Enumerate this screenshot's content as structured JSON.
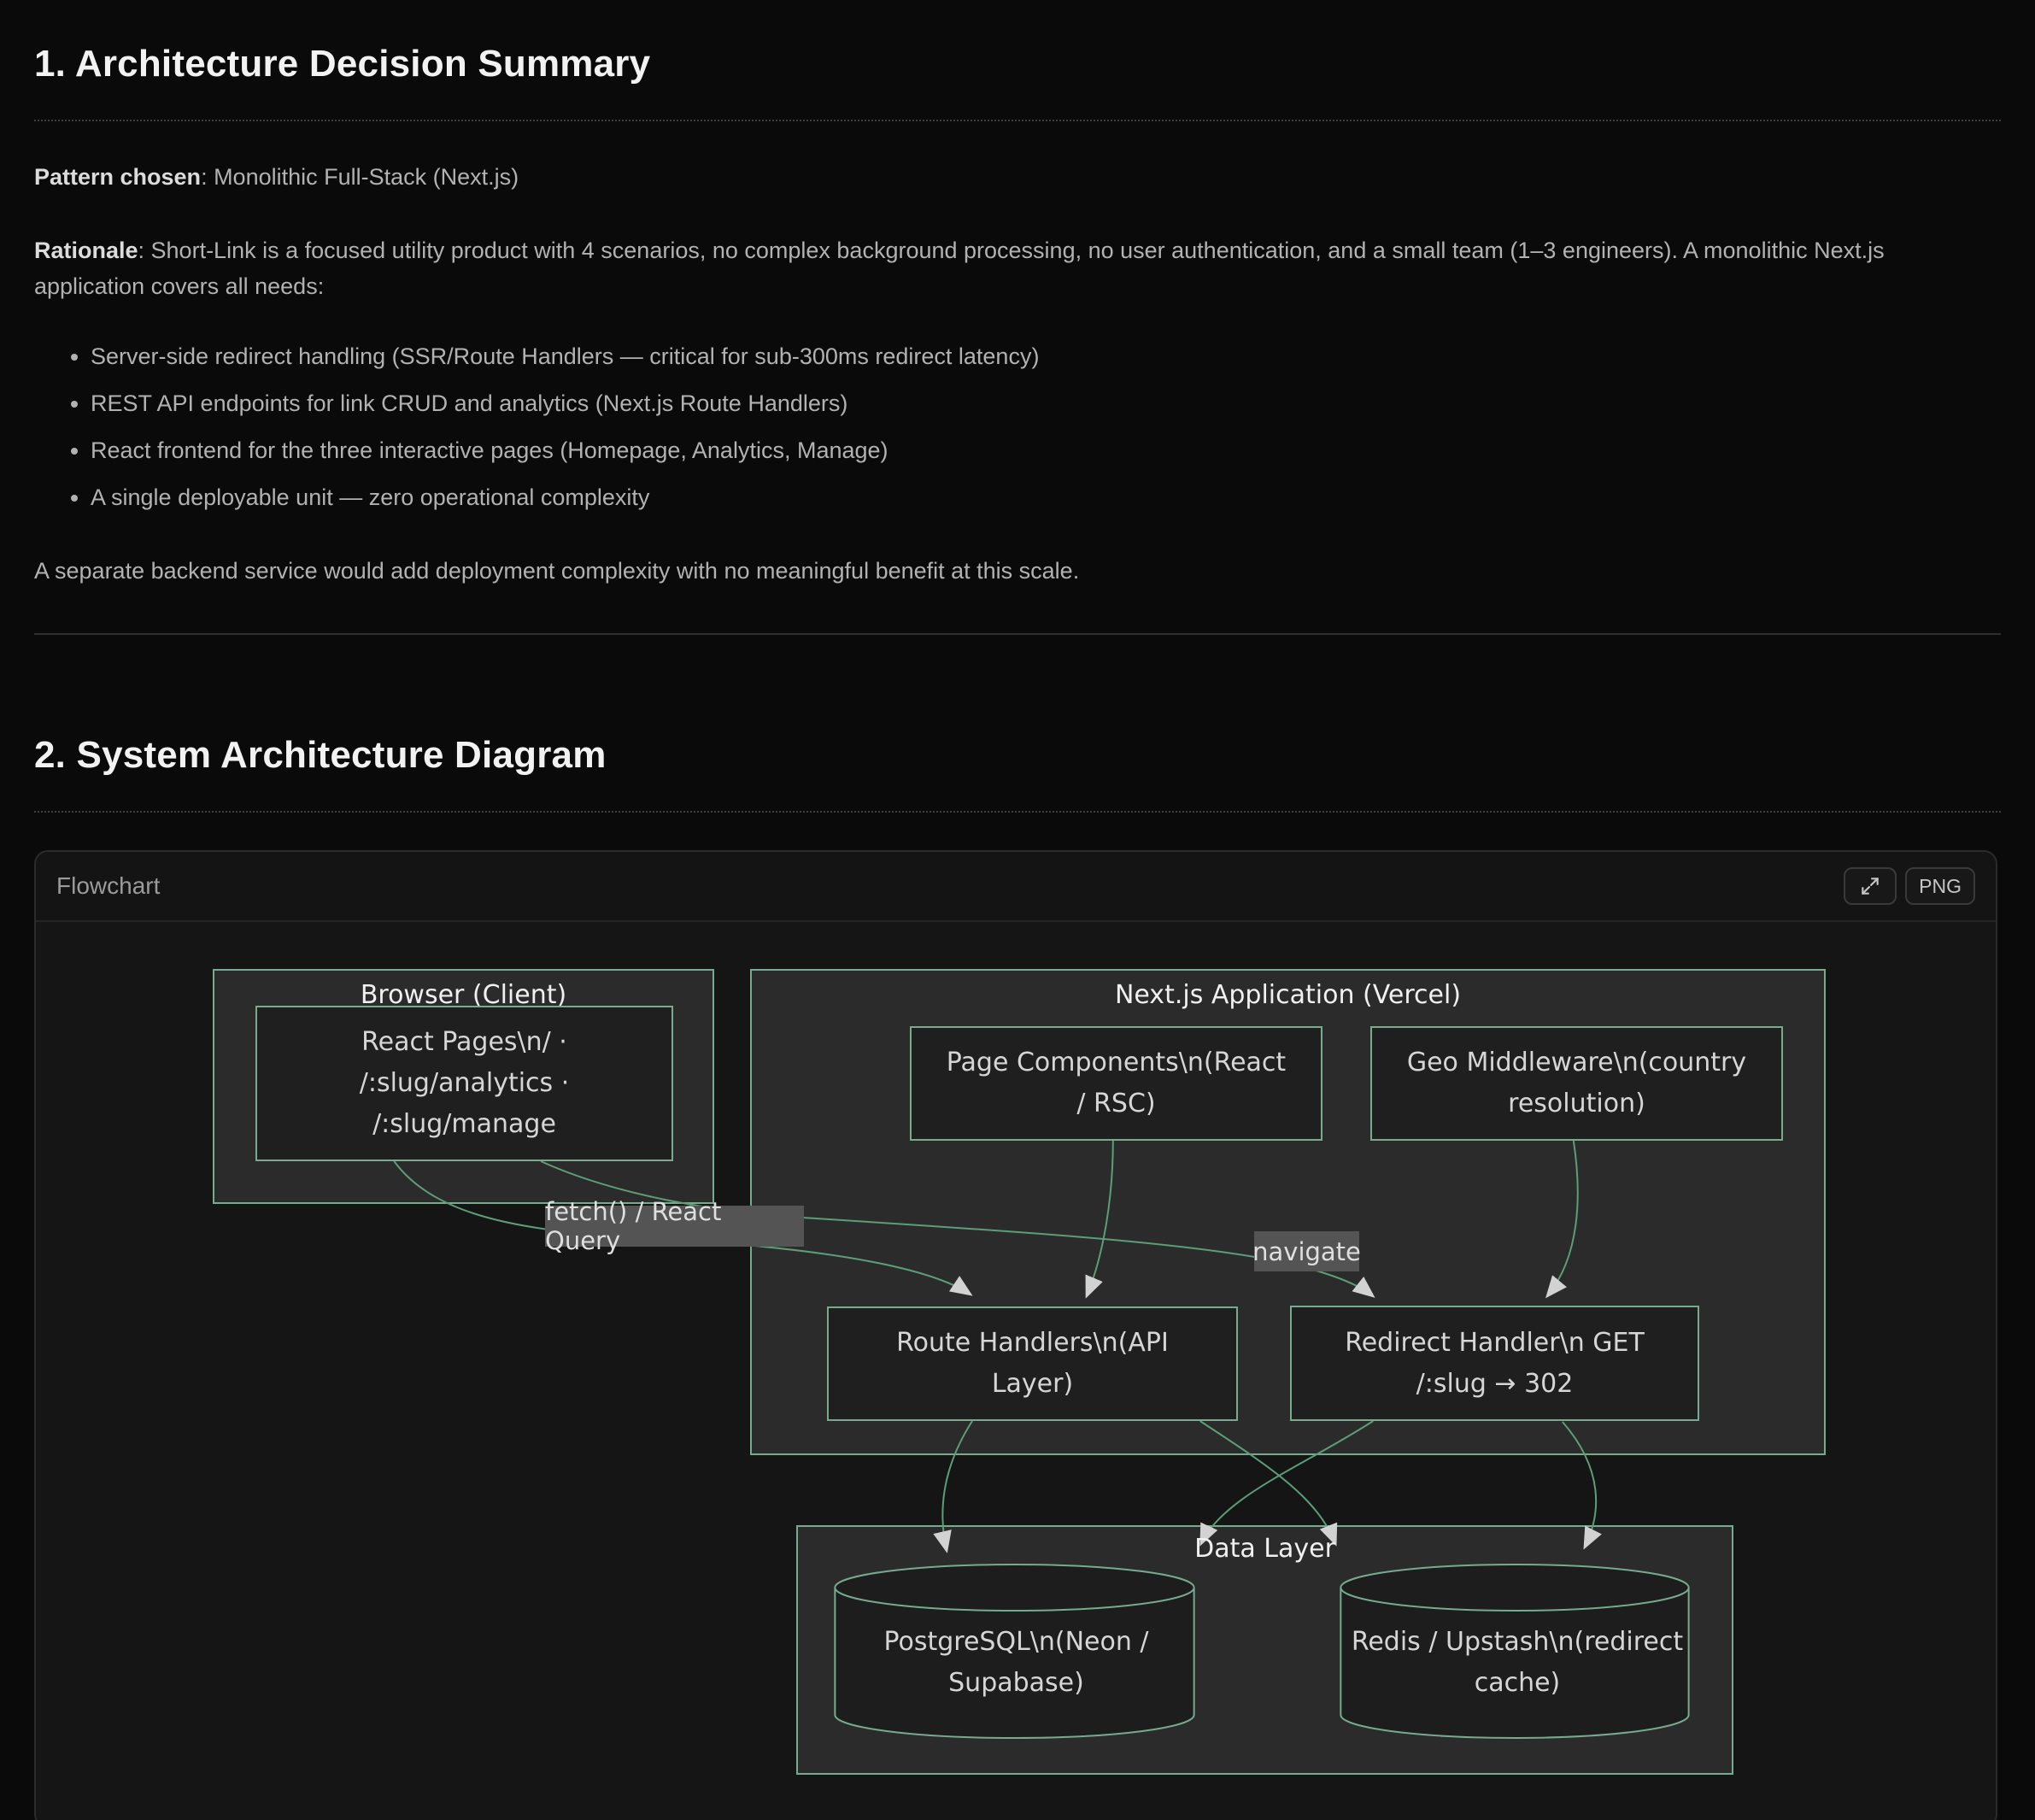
{
  "document": {
    "heading1": "1. Architecture Decision Summary",
    "pattern_label": "Pattern chosen",
    "pattern_value": ": Monolithic Full-Stack (Next.js)",
    "rationale_label": "Rationale",
    "rationale_value": ": Short-Link is a focused utility product with 4 scenarios, no complex background processing, no user authentication, and a small team (1–3 engineers). A monolithic Next.js application covers all needs:",
    "bullets": [
      "Server-side redirect handling (SSR/Route Handlers — critical for sub-300ms redirect latency)",
      "REST API endpoints for link CRUD and analytics (Next.js Route Handlers)",
      "React frontend for the three interactive pages (Homepage, Analytics, Manage)",
      "A single deployable unit — zero operational complexity"
    ],
    "closing": "A separate backend service would add deployment complexity with no meaningful benefit at this scale.",
    "heading2": "2. System Architecture Diagram"
  },
  "panel": {
    "title": "Flowchart",
    "png_label": "PNG"
  },
  "diagram": {
    "subgraphs": {
      "browser": {
        "label": "Browser (Client)"
      },
      "nextjs": {
        "label": "Next.js Application (Vercel)"
      },
      "data": {
        "label": "Data Layer"
      }
    },
    "nodes": {
      "react_pages": {
        "lines": [
          "React Pages\\n/ ·",
          "/:slug/analytics ·",
          "/:slug/manage"
        ]
      },
      "page_components": {
        "lines": [
          "Page Components\\n(React",
          "/ RSC)"
        ]
      },
      "geo_middleware": {
        "lines": [
          "Geo Middleware\\n(country",
          "resolution)"
        ]
      },
      "route_handlers": {
        "lines": [
          "Route Handlers\\n(API",
          "Layer)"
        ]
      },
      "redirect_handler": {
        "lines": [
          "Redirect Handler\\n GET",
          "/:slug → 302"
        ]
      },
      "postgresql": {
        "lines": [
          "PostgreSQL\\n(Neon /",
          "Supabase)"
        ]
      },
      "redis": {
        "lines": [
          "Redis / Upstash\\n(redirect",
          "cache)"
        ]
      }
    },
    "edge_labels": {
      "fetch": "fetch() / React Query",
      "navigate": "navigate"
    },
    "edges": [
      {
        "from": "react_pages",
        "to": "route_handlers",
        "label": "fetch() / React Query"
      },
      {
        "from": "react_pages",
        "to": "redirect_handler",
        "label": "navigate"
      },
      {
        "from": "page_components",
        "to": "route_handlers",
        "label": ""
      },
      {
        "from": "geo_middleware",
        "to": "redirect_handler",
        "label": ""
      },
      {
        "from": "route_handlers",
        "to": "postgresql",
        "label": ""
      },
      {
        "from": "route_handlers",
        "to": "redis",
        "label": ""
      },
      {
        "from": "redirect_handler",
        "to": "postgresql",
        "label": ""
      },
      {
        "from": "redirect_handler",
        "to": "redis",
        "label": ""
      }
    ],
    "colors": {
      "border_green": "#76ab8d",
      "edge_green": "#5b9e78",
      "arrow_gray": "#d2d2d2",
      "edge_label_bg": "#545454",
      "subgraph_fill": "#2a2b2a",
      "node_fill": "#1e1f1e"
    }
  }
}
